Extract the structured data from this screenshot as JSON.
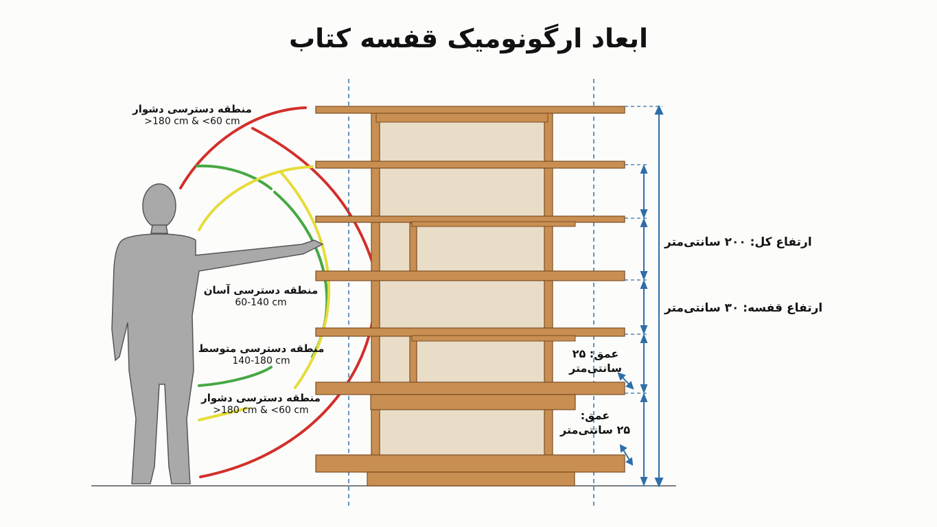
{
  "title": "ابعاد ارگونومیک قفسه کتاب",
  "zones": {
    "difficult_top": {
      "label": "منطقه دسترسی دشوار",
      "range": ">180 cm & <60 cm",
      "color": "#d22f2a"
    },
    "easy": {
      "label": "منطقه دسترسی آسان",
      "range": "60-140 cm",
      "color": "#46a843"
    },
    "medium": {
      "label": "منطقه دسترسی متوسط",
      "range": "140-180 cm",
      "color": "#e6dc3a"
    },
    "difficult_bottom": {
      "label": "منطقه دسترسی دشوار",
      "range": ">180 cm & <60 cm",
      "color": "#d22f2a"
    }
  },
  "dimensions": {
    "total_height": "ارتفاع کل: ۲۰۰ سانتی‌متر",
    "shelf_height": "ارتفاع قفسه: ۳۰ سانتی‌متر",
    "depth_1": {
      "line1": "عمق: ۲۵",
      "line2": "سانتی‌متر"
    },
    "depth_2": {
      "line1": "عمق:",
      "line2": "۲۵ سانتی‌متر"
    }
  },
  "colors": {
    "wood": "#c98f52",
    "wood_dark": "#7a4d22",
    "dimension_blue": "#2f6ea8",
    "figure": "#a9a9a9"
  }
}
